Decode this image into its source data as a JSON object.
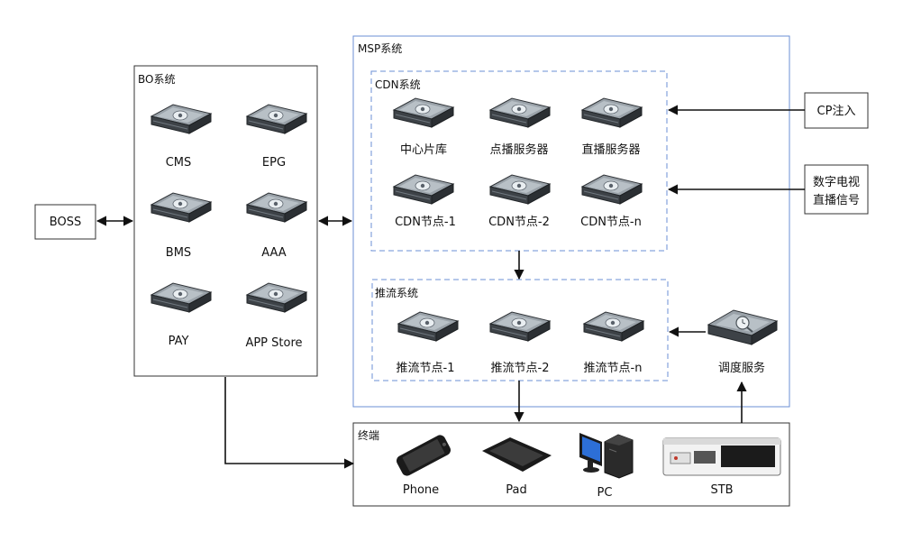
{
  "boss": {
    "label": "BOSS"
  },
  "bo": {
    "title": "BO系统",
    "items": [
      {
        "label": "CMS"
      },
      {
        "label": "EPG"
      },
      {
        "label": "BMS"
      },
      {
        "label": "AAA"
      },
      {
        "label": "PAY"
      },
      {
        "label": "APP Store"
      }
    ]
  },
  "msp": {
    "title": "MSP系统"
  },
  "cdn": {
    "title": "CDN系统",
    "items": [
      {
        "label": "中心片库"
      },
      {
        "label": "点播服务器"
      },
      {
        "label": "直播服务器"
      },
      {
        "label": "CDN节点-1"
      },
      {
        "label": "CDN节点-2"
      },
      {
        "label": "CDN节点-n"
      }
    ]
  },
  "push": {
    "title": "推流系统",
    "items": [
      {
        "label": "推流节点-1"
      },
      {
        "label": "推流节点-2"
      },
      {
        "label": "推流节点-n"
      }
    ]
  },
  "scheduler": {
    "label": "调度服务"
  },
  "cp": {
    "label": "CP注入"
  },
  "dtv": {
    "line1": "数字电视",
    "line2": "直播信号"
  },
  "terminal": {
    "title": "终端",
    "items": [
      {
        "label": "Phone"
      },
      {
        "label": "Pad"
      },
      {
        "label": "PC"
      },
      {
        "label": "STB"
      }
    ]
  },
  "colors": {
    "msp_border": "#6b8fd6",
    "dashed_border": "#6b8fd6",
    "line": "#111111",
    "server_dark": "#3a3f44",
    "server_face": "#8a9299"
  }
}
